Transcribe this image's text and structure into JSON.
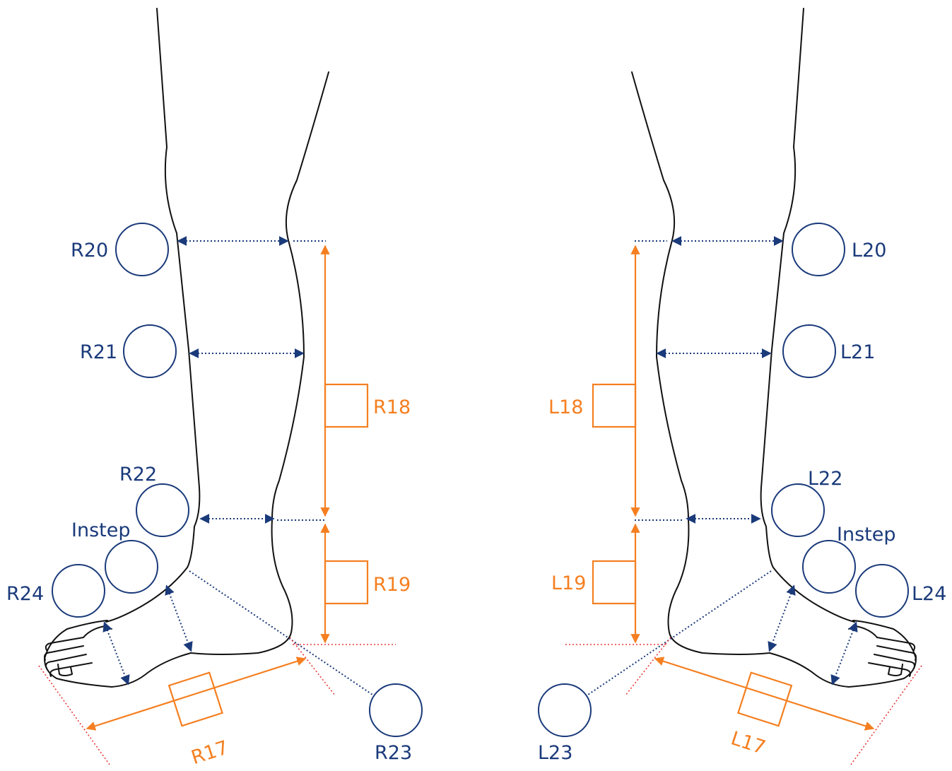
{
  "colors": {
    "navy": "#1a3a7a",
    "orange": "#f57f20",
    "red": "#e83a3a",
    "outline": "#111111"
  },
  "right_leg": {
    "r20": "R20",
    "r21": "R21",
    "r22": "R22",
    "instep": "Instep",
    "r24": "R24",
    "r23": "R23",
    "r18": "R18",
    "r19": "R19",
    "r17": "R17"
  },
  "left_leg": {
    "l20": "L20",
    "l21": "L21",
    "l22": "L22",
    "instep": "Instep",
    "l24": "L24",
    "l23": "L23",
    "l18": "L18",
    "l19": "L19",
    "l17": "L17"
  }
}
